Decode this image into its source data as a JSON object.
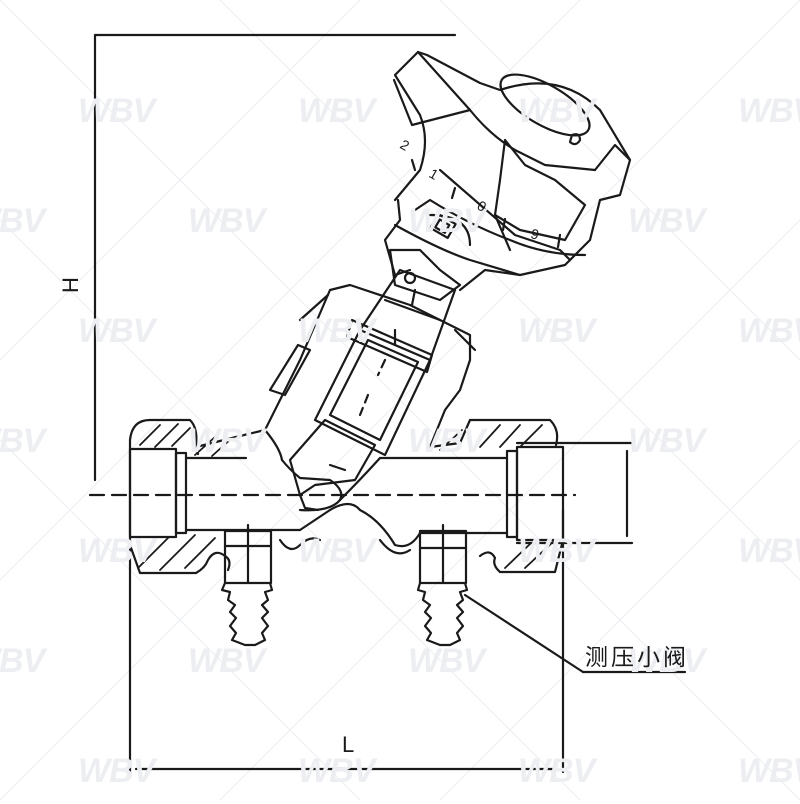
{
  "diagram": {
    "subject": "Y-pattern balancing valve with handwheel, cross-section",
    "watermark": "WBV",
    "dimensions": {
      "height_label": "H",
      "length_label": "L"
    },
    "callout": {
      "label": "测压小阀"
    },
    "dial": {
      "markings": [
        "2",
        "1",
        "0",
        "9"
      ]
    },
    "colors": {
      "line": "#1a1a1a",
      "background": "#ffffff",
      "watermark": "#eceef1"
    }
  }
}
